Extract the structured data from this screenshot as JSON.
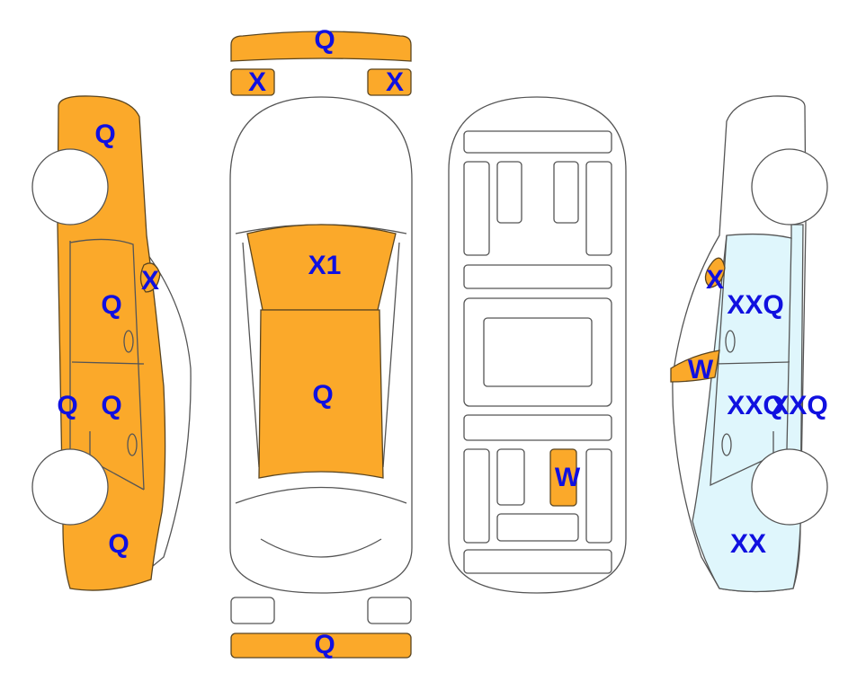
{
  "colors": {
    "damaged": "#FBA92A",
    "selected": "#DFF6FC",
    "label": "#1010E0"
  },
  "labels": {
    "front_bumper": "Q",
    "front_left_light": "X",
    "front_right_light": "X",
    "left_rear_quarter": "Q",
    "left_mirror": "X",
    "left_rear_door": "Q",
    "left_sill": "Q",
    "left_front_door": "Q",
    "left_front_fender": "Q",
    "hood": "X1",
    "roof": "Q",
    "underbody": "W",
    "right_mirror": "X",
    "right_front_door": "XXQ",
    "right_window": "W",
    "right_rear_door": "XXQ",
    "right_sill": "XXQ",
    "right_rear_fender": "XX",
    "rear_bumper": "Q"
  }
}
